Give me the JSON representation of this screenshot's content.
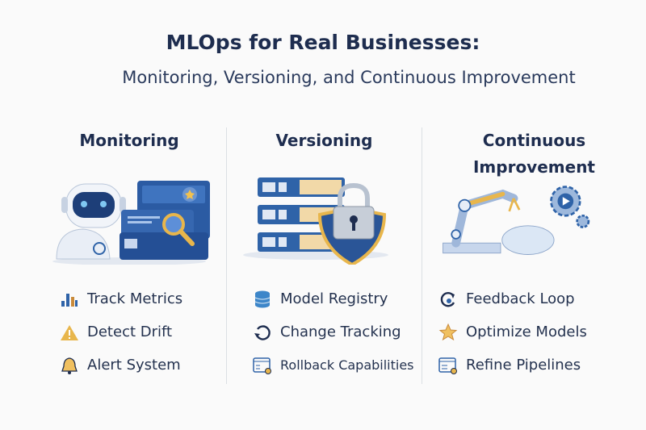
{
  "title": "MLOps for Real Businesses:",
  "subtitle": "Monitoring, Versioning, and Continuous Improvement",
  "columns": [
    {
      "heading": "Monitoring",
      "items": [
        {
          "label": "Track Metrics",
          "icon": "bar-chart-icon"
        },
        {
          "label": "Detect Drift",
          "icon": "warning-icon"
        },
        {
          "label": "Alert System",
          "icon": "bell-icon"
        }
      ]
    },
    {
      "heading": "Versioning",
      "items": [
        {
          "label": "Model Registry",
          "icon": "database-icon"
        },
        {
          "label": "Change Tracking",
          "icon": "refresh-icon"
        },
        {
          "label": "Rollback Capabilities",
          "icon": "rollback-icon"
        }
      ]
    },
    {
      "heading_line1": "Continuous",
      "heading_line2": "Improvement",
      "items": [
        {
          "label": "Feedback Loop",
          "icon": "feedback-loop-icon"
        },
        {
          "label": "Optimize Models",
          "icon": "star-icon"
        },
        {
          "label": "Refine Pipelines",
          "icon": "pipeline-icon"
        }
      ]
    }
  ],
  "colors": {
    "navy": "#1e2d4f",
    "blue": "#2f63a8",
    "gold": "#e8b64c"
  }
}
